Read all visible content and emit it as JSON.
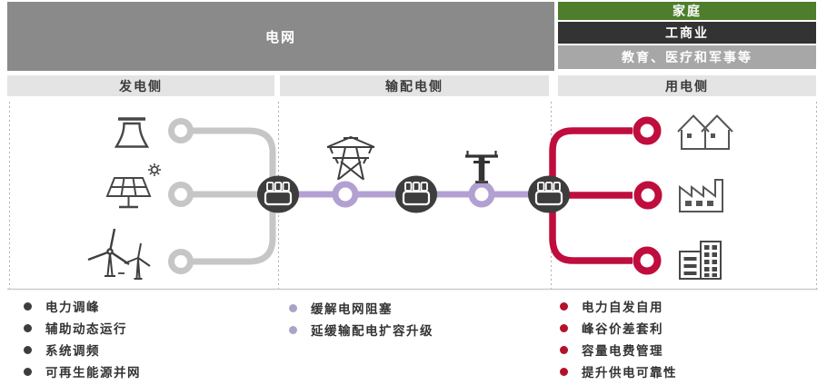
{
  "top": {
    "grid_label": "电网",
    "consumer_bars": [
      {
        "label": "家庭",
        "color": "#4e7d2c"
      },
      {
        "label": "工商业",
        "color": "#333333"
      },
      {
        "label": "教育、医疗和军事等",
        "color": "#a7a7a7"
      }
    ]
  },
  "sections": [
    {
      "label": "发电侧"
    },
    {
      "label": "输配电侧"
    },
    {
      "label": "用电侧"
    }
  ],
  "diagram": {
    "generation_icons": [
      "cooling-tower",
      "solar-panel",
      "wind-turbine"
    ],
    "transmission_icons": [
      "transmission-tower",
      "transformer"
    ],
    "consumption_icons": [
      "houses",
      "factory",
      "office-buildings"
    ],
    "node_icon": "battery-storage",
    "line_colors": {
      "generation": "#c6c6c6",
      "transmission": "#b2a0d2",
      "consumption": "#bf0d3e"
    }
  },
  "benefits": {
    "generation": [
      {
        "label": "电力调峰"
      },
      {
        "label": "辅助动态运行"
      },
      {
        "label": "系统调频"
      },
      {
        "label": "可再生能源并网"
      }
    ],
    "transmission": [
      {
        "label": "缓解电网阻塞"
      },
      {
        "label": "延缓输配电扩容升级"
      }
    ],
    "consumption": [
      {
        "label": "电力自发自用"
      },
      {
        "label": "峰谷价差套利"
      },
      {
        "label": "容量电费管理"
      },
      {
        "label": "提升供电可靠性"
      }
    ]
  },
  "colors": {
    "grid_gray": "#8a8a8a",
    "header_gray": "#e4e4e4",
    "green": "#4e7d2c",
    "dark": "#333333",
    "mid_gray": "#a7a7a7",
    "purple": "#b2a0d2",
    "red": "#bf0d3e",
    "node_dark": "#3d3d3d"
  }
}
